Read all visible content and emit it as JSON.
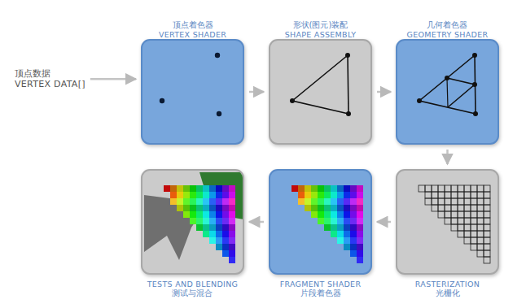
{
  "diagram": {
    "nodes": [
      {
        "text": [
          "顶点数据",
          "VERTEX DATA[]"
        ]
      },
      {
        "text": [
          "顶点着色器",
          "VERTEX SHADER"
        ]
      },
      {
        "text": [
          "形状(图元)装配",
          "SHAPE ASSEMBLY"
        ]
      },
      {
        "text": [
          "几何着色器",
          "GEOMETRY SHADER"
        ]
      },
      {
        "text": [
          "TESTS AND BLENDING",
          "测试与混合"
        ]
      },
      {
        "text": [
          "FRAGMENT SHADER",
          "片段着色器"
        ]
      },
      {
        "text": [
          "RASTERIZATION",
          "光栅化"
        ]
      }
    ],
    "edges": [
      {
        "from": 0,
        "to": 1,
        "arrow": "to"
      },
      {
        "from": 1,
        "to": 2,
        "arrow": "to"
      },
      {
        "from": 2,
        "to": 3,
        "arrow": "to"
      },
      {
        "from": 3,
        "to": 6,
        "arrow": "to"
      },
      {
        "from": 6,
        "to": 5,
        "arrow": "to"
      },
      {
        "from": 5,
        "to": 4,
        "arrow": "to"
      }
    ]
  }
}
